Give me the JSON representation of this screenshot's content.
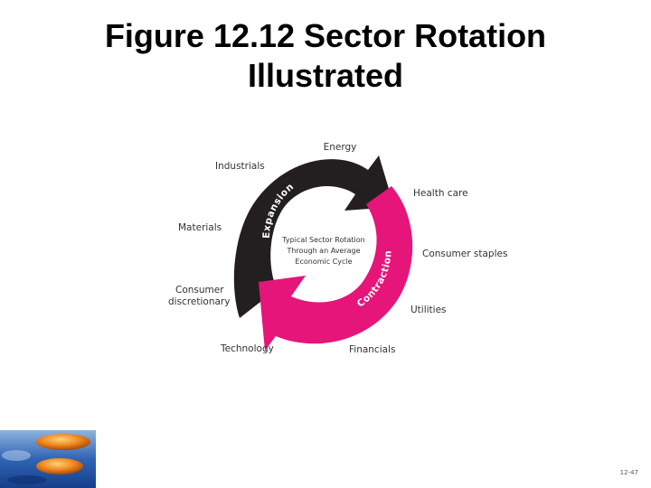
{
  "title": {
    "line1": "Figure 12.12 Sector Rotation",
    "line2": "Illustrated"
  },
  "diagram": {
    "center_text": [
      "Typical Sector Rotation",
      "Through an Average",
      "Economic Cycle"
    ],
    "arcs": {
      "expansion": {
        "label": "Expansion",
        "color": "#231f20"
      },
      "contraction": {
        "label": "Contraction",
        "color": "#e5157a"
      }
    },
    "sectors": {
      "energy": "Energy",
      "industrials": "Industrials",
      "health_care": "Health care",
      "materials": "Materials",
      "consumer_staples": "Consumer staples",
      "consumer_discretionary_1": "Consumer",
      "consumer_discretionary_2": "discretionary",
      "utilities": "Utilities",
      "technology": "Technology",
      "financials": "Financials"
    }
  },
  "footer": {
    "page_number": "12-47",
    "image": "orange-stones-on-water"
  }
}
